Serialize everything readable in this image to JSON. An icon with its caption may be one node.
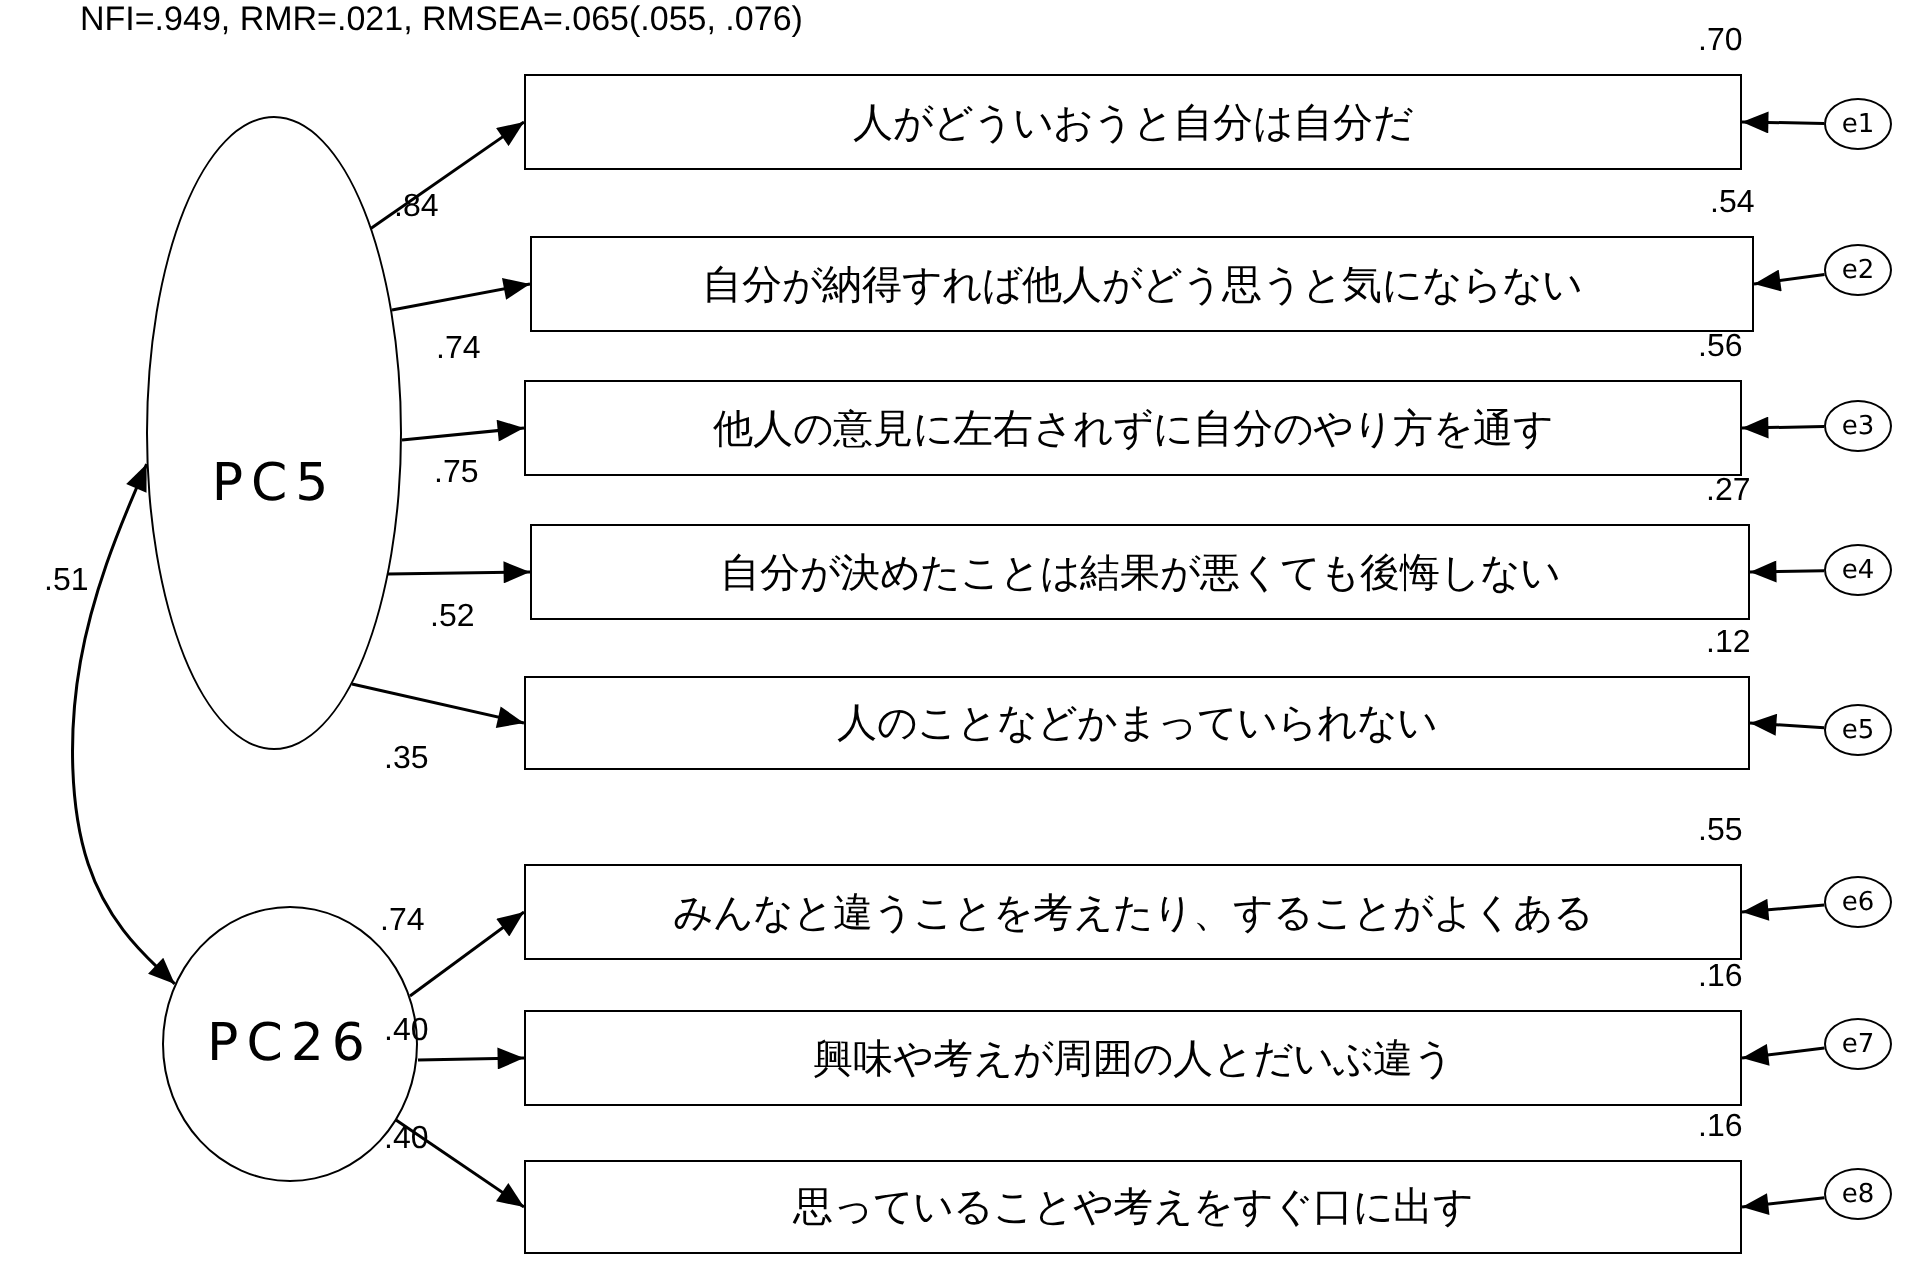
{
  "diagram": {
    "nodes": [
      {
        "text": [
          "PC5"
        ]
      },
      {
        "text": [
          "PC26"
        ]
      },
      {
        "text": [
          "人がどういおうと自分は自分だ"
        ]
      },
      {
        "text": [
          "自分が納得すれば他人がどう思うと気にならない"
        ]
      },
      {
        "text": [
          "他人の意見に左右されずに自分のやり方を通す"
        ]
      },
      {
        "text": [
          "自分が決めたことは結果が悪くても後悔しない"
        ]
      },
      {
        "text": [
          "人のことなどかまっていられない"
        ]
      },
      {
        "text": [
          "みんなと違うことを考えたり、することがよくある"
        ]
      },
      {
        "text": [
          "興味や考えが周囲の人とだいぶ違う"
        ]
      },
      {
        "text": [
          "思っていることや考えをすぐ口に出す"
        ]
      },
      {
        "text": [
          "e1"
        ]
      },
      {
        "text": [
          "e2"
        ]
      },
      {
        "text": [
          "e3"
        ]
      },
      {
        "text": [
          "e4"
        ]
      },
      {
        "text": [
          "e5"
        ]
      },
      {
        "text": [
          "e6"
        ]
      },
      {
        "text": [
          "e7"
        ]
      },
      {
        "text": [
          "e8"
        ]
      }
    ],
    "edges": [
      {
        "from": 0,
        "to": 2,
        "arrow": "to",
        "label": ".84"
      },
      {
        "from": 0,
        "to": 3,
        "arrow": "to",
        "label": ".74"
      },
      {
        "from": 0,
        "to": 4,
        "arrow": "to",
        "label": ".75"
      },
      {
        "from": 0,
        "to": 5,
        "arrow": "to",
        "label": ".52"
      },
      {
        "from": 0,
        "to": 6,
        "arrow": "to",
        "label": ".35"
      },
      {
        "from": 1,
        "to": 7,
        "arrow": "to",
        "label": ".74"
      },
      {
        "from": 1,
        "to": 8,
        "arrow": "to",
        "label": ".40"
      },
      {
        "from": 1,
        "to": 9,
        "arrow": "to",
        "label": ".40"
      },
      {
        "from": 10,
        "to": 2,
        "arrow": "to"
      },
      {
        "from": 11,
        "to": 3,
        "arrow": "to"
      },
      {
        "from": 12,
        "to": 4,
        "arrow": "to"
      },
      {
        "from": 13,
        "to": 5,
        "arrow": "to"
      },
      {
        "from": 14,
        "to": 6,
        "arrow": "to"
      },
      {
        "from": 15,
        "to": 7,
        "arrow": "to"
      },
      {
        "from": 16,
        "to": 8,
        "arrow": "to"
      },
      {
        "from": 17,
        "to": 9,
        "arrow": "to"
      },
      {
        "from": 0,
        "to": 1,
        "arrow": "both",
        "label": ".51"
      }
    ],
    "labels": [
      "NFI=.949, RMR=.021, RMSEA=.065(.055, .076)",
      ".70",
      ".54",
      ".56",
      ".27",
      ".12",
      ".55",
      ".16",
      ".16"
    ]
  }
}
